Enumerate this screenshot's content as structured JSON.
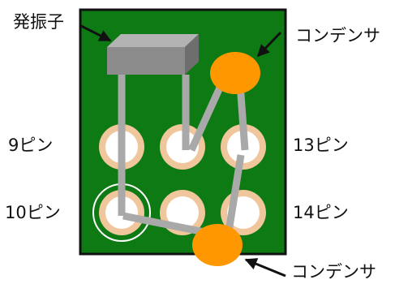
{
  "labels": {
    "oscillator": "発振子",
    "capacitor_top": "コンデンサ",
    "capacitor_bottom": "コンデンサ",
    "pin9": "9ピン",
    "pin10": "10ピン",
    "pin13": "13ピン",
    "pin14": "14ピン"
  },
  "colors": {
    "board": "#0e7a14",
    "board_border": "#111111",
    "pad_ring": "#f0c79c",
    "pad_hole": "#ffffff",
    "trace": "#a9a9a9",
    "capacitor": "#ff9800",
    "oscillator_front": "#8c8c8c",
    "oscillator_top": "#b3b3b3",
    "oscillator_side": "#6e6e6e",
    "arrow": "#111111"
  }
}
